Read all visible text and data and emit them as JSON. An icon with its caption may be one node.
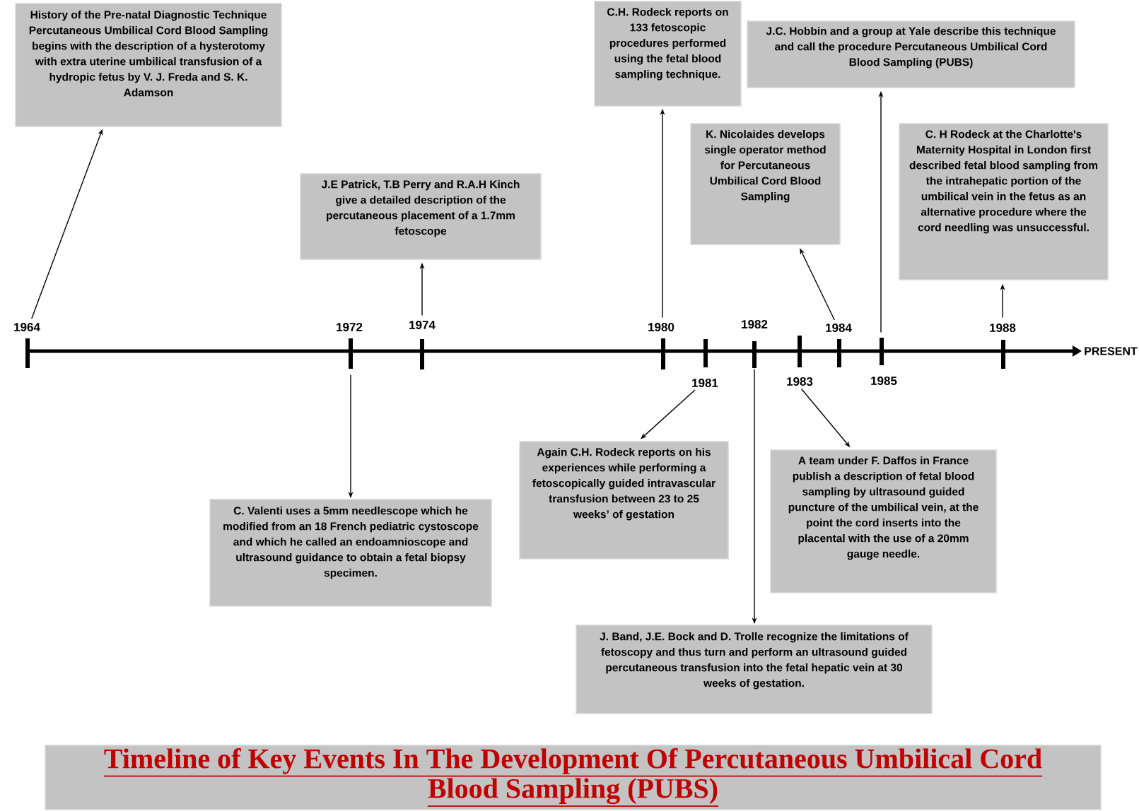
{
  "diagram": {
    "title": "Timeline of Key Events In The Development Of Percutaneous Umbilical Cord Blood Sampling (PUBS)",
    "nodes": [
      {
        "text": [
          "History of the Pre-natal Diagnostic Technique Percutaneous Umbilical Cord Blood Sampling begins with the description of a hysterotomy with extra uterine umbilical transfusion of a hydropic fetus by V. J. Freda and S. K. Adamson"
        ]
      },
      {
        "text": [
          "C. Valenti uses a 5mm needlescope which he modified from an 18 French pediatric cystoscope and which he called an endoamnioscope and ultrasound guidance to obtain a fetal biopsy specimen."
        ]
      },
      {
        "text": [
          "J.E Patrick, T.B Perry and R.A.H Kinch give a detailed description of the percutaneous placement of a 1.7mm fetoscope"
        ]
      },
      {
        "text": [
          "C.H. Rodeck reports on 133 fetoscopic procedures performed using the fetal blood sampling technique."
        ]
      },
      {
        "text": [
          "Again C.H. Rodeck reports on his experiences while performing a fetoscopically guided intravascular transfusion between 23 to 25 weeks’ of gestation"
        ]
      },
      {
        "text": [
          "J. Band, J.E. Bock and D. Trolle recognize the limitations of fetoscopy and thus turn and perform an ultrasound guided percutaneous transfusion into the fetal hepatic vein at 30 weeks of gestation."
        ]
      },
      {
        "text": [
          "A team under F. Daffos in France publish a description of fetal blood sampling by ultrasound guided puncture of the umbilical vein, at the point the cord inserts into the placental with the use of a 20mm gauge needle."
        ]
      },
      {
        "text": [
          "K. Nicolaides develops single operator method for Percutaneous Umbilical Cord Blood Sampling"
        ]
      },
      {
        "text": [
          "J.C. Hobbin and a group at Yale describe this technique and call the procedure Percutaneous Umbilical Cord Blood Sampling (PUBS)"
        ]
      },
      {
        "text": [
          "C. H Rodeck at the Charlotte's Maternity Hospital in London first described fetal blood sampling from the intrahepatic portion of the umbilical vein in the fetus as an alternative procedure where the cord needling was unsuccessful."
        ]
      },
      {
        "text": [
          "1964"
        ]
      },
      {
        "text": [
          "1972"
        ]
      },
      {
        "text": [
          "1974"
        ]
      },
      {
        "text": [
          "1980"
        ]
      },
      {
        "text": [
          "1981"
        ]
      },
      {
        "text": [
          "1982"
        ]
      },
      {
        "text": [
          "1983"
        ]
      },
      {
        "text": [
          "1984"
        ]
      },
      {
        "text": [
          "1985"
        ]
      },
      {
        "text": [
          "1988"
        ]
      }
    ],
    "edges": [
      {
        "from": 10,
        "to": 0,
        "arrow": "to"
      },
      {
        "from": 11,
        "to": 1,
        "arrow": "to"
      },
      {
        "from": 12,
        "to": 2,
        "arrow": "to"
      },
      {
        "from": 13,
        "to": 3,
        "arrow": "to"
      },
      {
        "from": 14,
        "to": 4,
        "arrow": "to"
      },
      {
        "from": 15,
        "to": 5,
        "arrow": "to"
      },
      {
        "from": 16,
        "to": 6,
        "arrow": "to"
      },
      {
        "from": 17,
        "to": 7,
        "arrow": "to"
      },
      {
        "from": 18,
        "to": 8,
        "arrow": "to"
      },
      {
        "from": 19,
        "to": 9,
        "arrow": "to"
      }
    ],
    "labels": [
      "PRESENT"
    ]
  }
}
